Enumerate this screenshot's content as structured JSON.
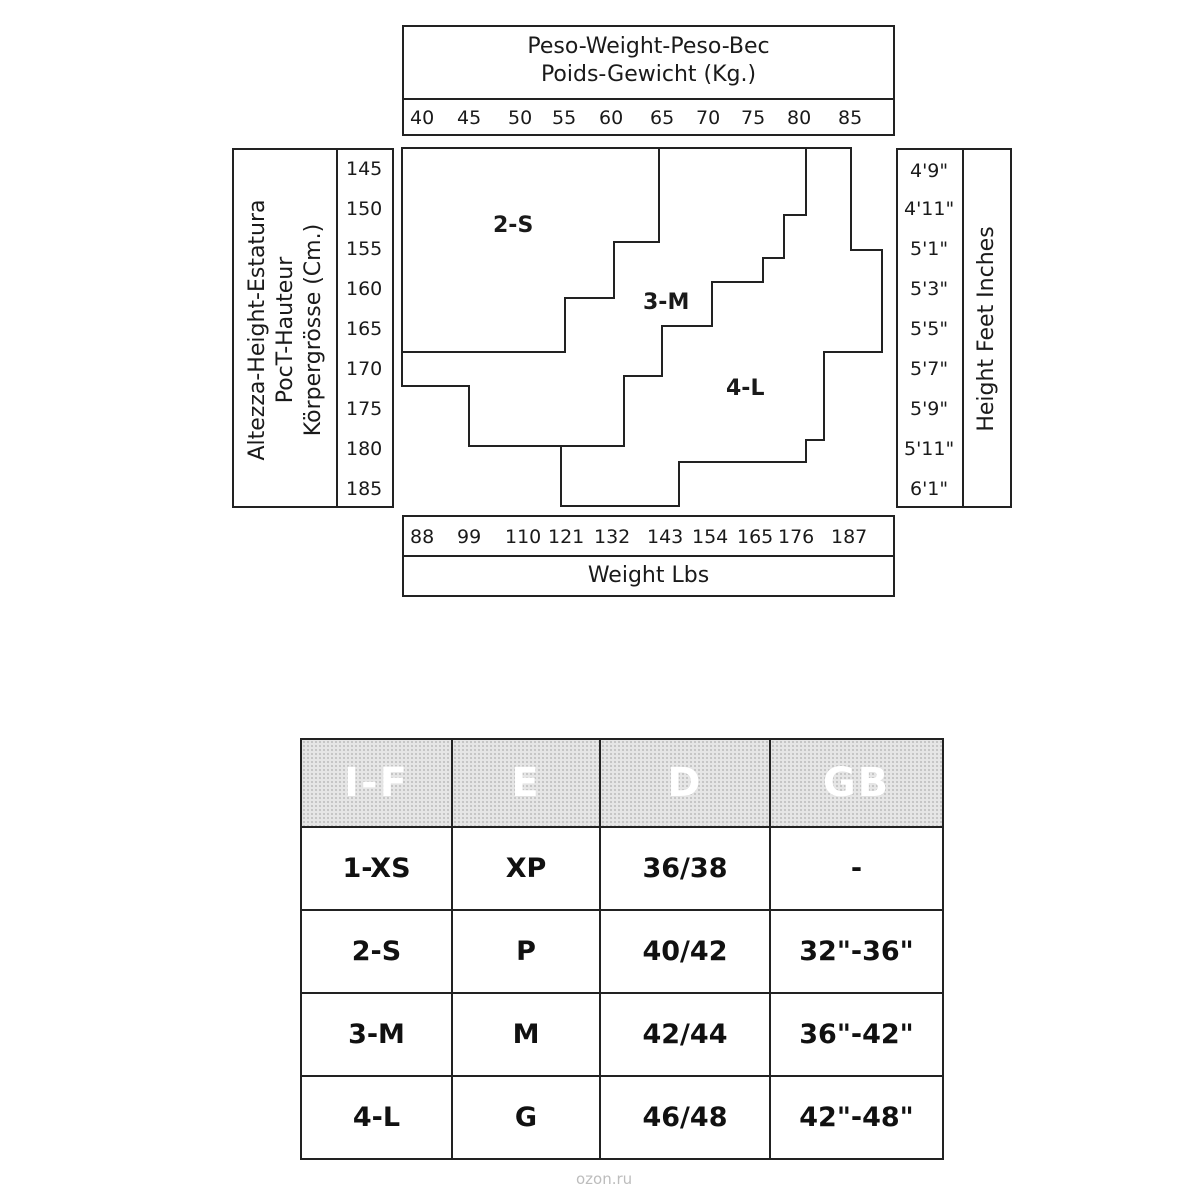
{
  "weight_kg": {
    "title_line1": "Peso-Weight-Peso-Bec",
    "title_line2": "Poids-Gewicht (Kg.)",
    "ticks": [
      "40",
      "45",
      "50",
      "55",
      "60",
      "65",
      "70",
      "75",
      "80",
      "85"
    ]
  },
  "height_cm": {
    "title_line1": "Altezza-Height-Estatura",
    "title_line2": "PocT-Hauteur",
    "title_line3": "Körpergrösse (Cm.)",
    "ticks": [
      "145",
      "150",
      "155",
      "160",
      "165",
      "170",
      "175",
      "180",
      "185"
    ]
  },
  "height_ft": {
    "title": "Height Feet Inches",
    "ticks": [
      "4'9\"",
      "4'11\"",
      "5'1\"",
      "5'3\"",
      "5'5\"",
      "5'7\"",
      "5'9\"",
      "5'11\"",
      "6'1\""
    ]
  },
  "weight_lbs": {
    "title": "Weight Lbs",
    "ticks": [
      "88",
      "99",
      "110",
      "121",
      "132",
      "143",
      "154",
      "165",
      "176",
      "187"
    ]
  },
  "regions": {
    "small": "2-S",
    "medium": "3-M",
    "large": "4-L"
  },
  "size_table": {
    "headers": [
      "I-F",
      "E",
      "D",
      "GB"
    ],
    "rows": [
      [
        "1-XS",
        "XP",
        "36/38",
        "-"
      ],
      [
        "2-S",
        "P",
        "40/42",
        "32\"-36\""
      ],
      [
        "3-M",
        "M",
        "42/44",
        "36\"-42\""
      ],
      [
        "4-L",
        "G",
        "46/48",
        "42\"-48\""
      ]
    ]
  },
  "watermark": "ozon.ru"
}
